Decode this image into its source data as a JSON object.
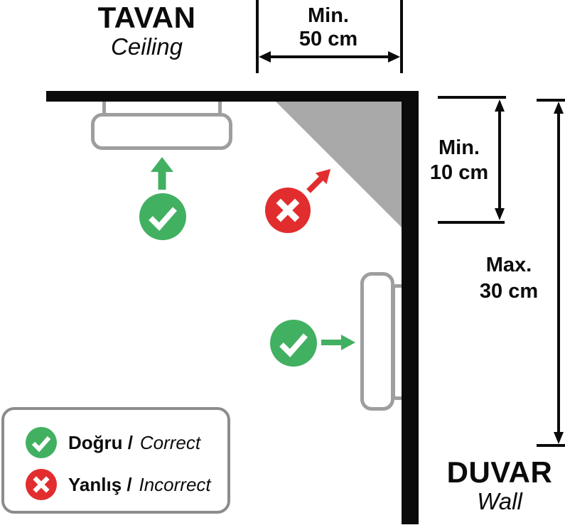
{
  "colors": {
    "ink": "#0b0b0b",
    "green": "#42b061",
    "red": "#e22d2e",
    "triangle_gray": "#a9a9a9",
    "detector_gray": "#9e9e9e",
    "legend_border": "#8c8c8c"
  },
  "ceiling_label": {
    "primary": "TAVAN",
    "secondary": "Ceiling"
  },
  "wall_label": {
    "primary": "DUVAR",
    "secondary": "Wall"
  },
  "dimensions": {
    "ceiling_clearance": {
      "line1": "Min.",
      "line2": "50 cm"
    },
    "wall_top_offset": {
      "line1": "Min.",
      "line2": "10 cm"
    },
    "wall_bottom_offset": {
      "line1": "Max.",
      "line2": "30 cm"
    }
  },
  "markers": {
    "ceiling_correct_icon": "check-circle",
    "corner_incorrect_icon": "x-circle",
    "wall_correct_icon": "check-circle"
  },
  "legend": {
    "correct": {
      "bold": "Doğru /",
      "italic": "Correct"
    },
    "incorrect": {
      "bold": "Yanlış /",
      "italic": "Incorrect"
    }
  }
}
